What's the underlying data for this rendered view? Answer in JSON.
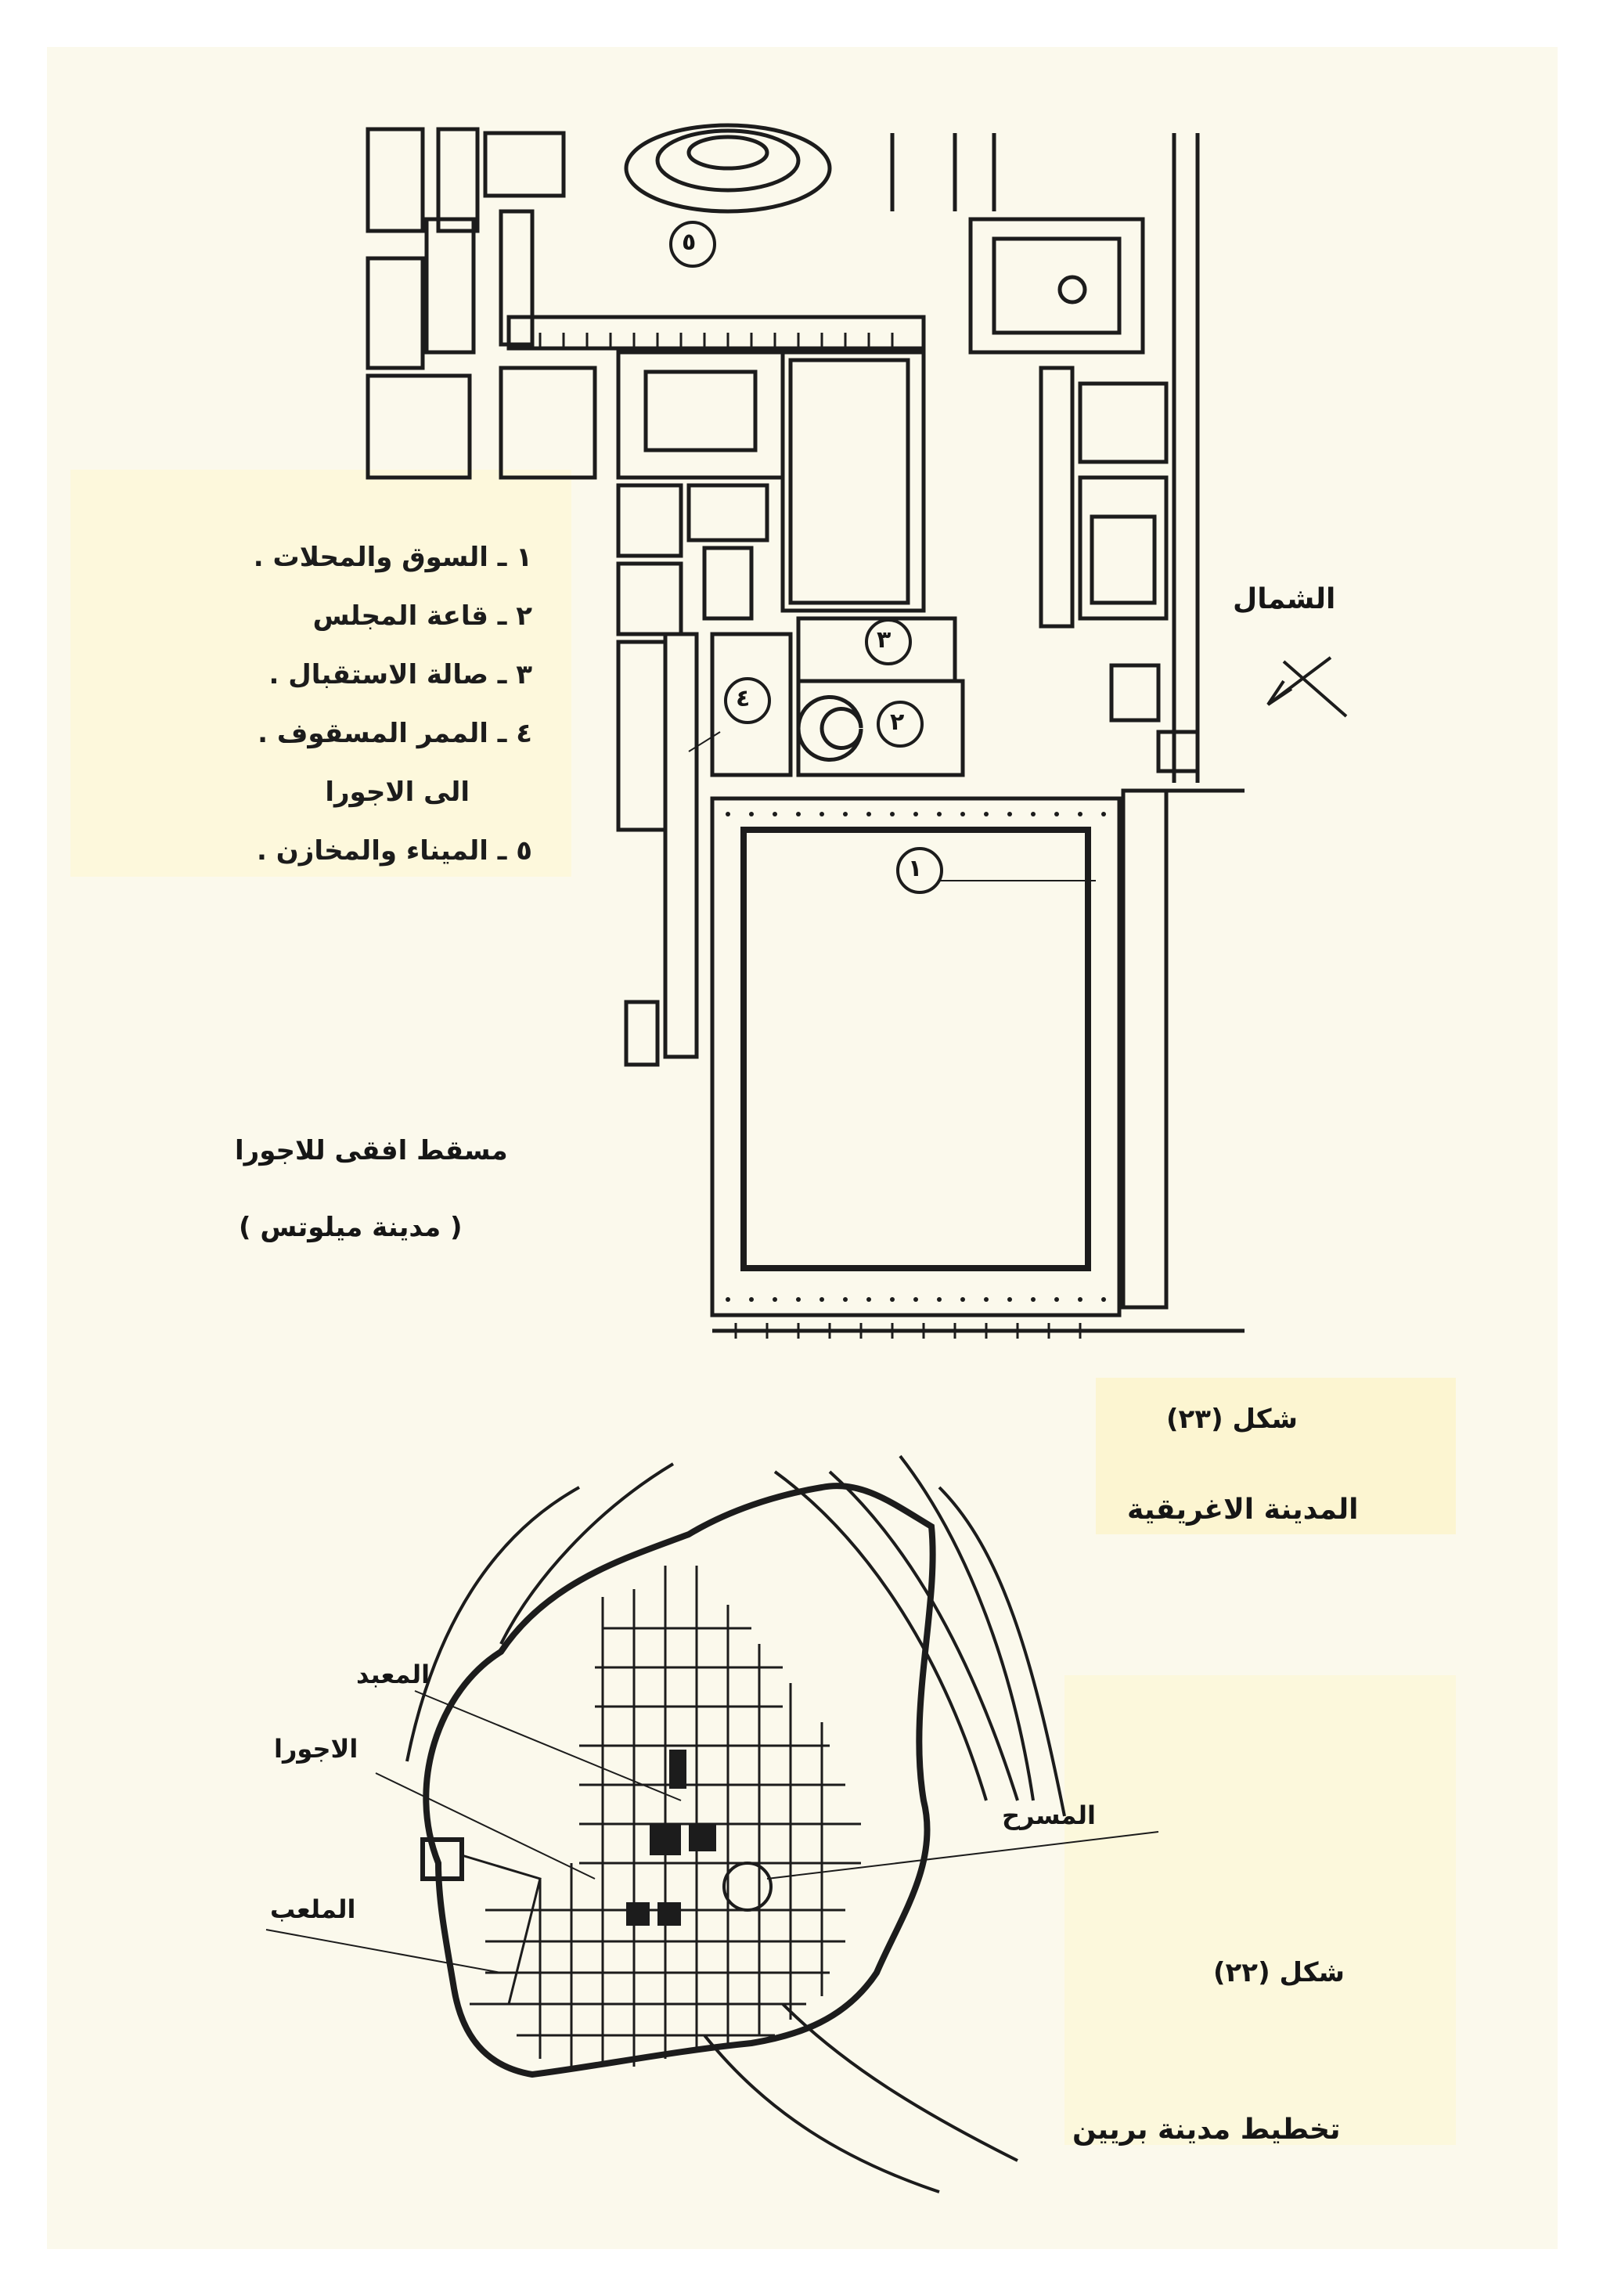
{
  "legend": {
    "items": [
      "١ ـ السوق والمحلات .",
      "٢ ـ قاعة المجلس",
      "٣ ـ صالة الاستقبال .",
      "٤ ـ الممر المسقوف .",
      "الى الاجورا",
      "٥ ـ الميناء والمخازن ."
    ]
  },
  "plan_top": {
    "caption_1": "مسقط افقى للاجورا",
    "caption_2": "( مدينة ميلوتس )",
    "north_label": "الشمال",
    "markers": [
      "١",
      "٢",
      "٣",
      "٤",
      "٥"
    ]
  },
  "figure_23": {
    "number": "شكل (٢٣)",
    "title": "المدينة الاغريقية"
  },
  "plan_bottom": {
    "labels": {
      "temple": "المعبد",
      "agora": "الاجورا",
      "theater": "المسرح",
      "stadium": "الملعب"
    }
  },
  "figure_22": {
    "number": "شكل (٢٢)",
    "title": "تخطيط مدينة بريين"
  },
  "colors": {
    "ink": "#1c1c1c",
    "paper": "#fbf9ec",
    "highlight": "#fdf8d6"
  }
}
